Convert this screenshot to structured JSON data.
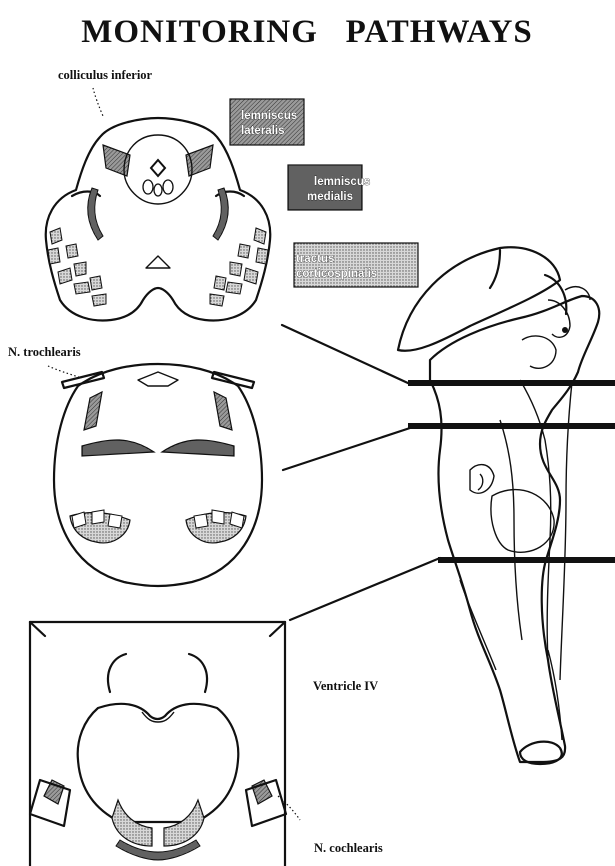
{
  "title": "MONITORING   PATHWAYS",
  "labels": {
    "colliculus": "colliculus inferior",
    "trochlearis": "N. trochlearis",
    "ventricle": "Ventricle IV",
    "cochlearis": "N. cochlearis"
  },
  "legend": {
    "lateralis": {
      "line1": "lemniscus",
      "line2": "lateralis"
    },
    "medialis": {
      "line1": "lemniscus",
      "line2": "medialis"
    },
    "corticospinalis": {
      "line1": "tractus",
      "line2": "corticospinalis"
    }
  },
  "colors": {
    "ink": "#111111",
    "lemniscus_lateralis": "#8a8a8a",
    "lemniscus_medialis": "#6f6f6f",
    "tractus_corticospinalis": "#cfcfcf"
  }
}
